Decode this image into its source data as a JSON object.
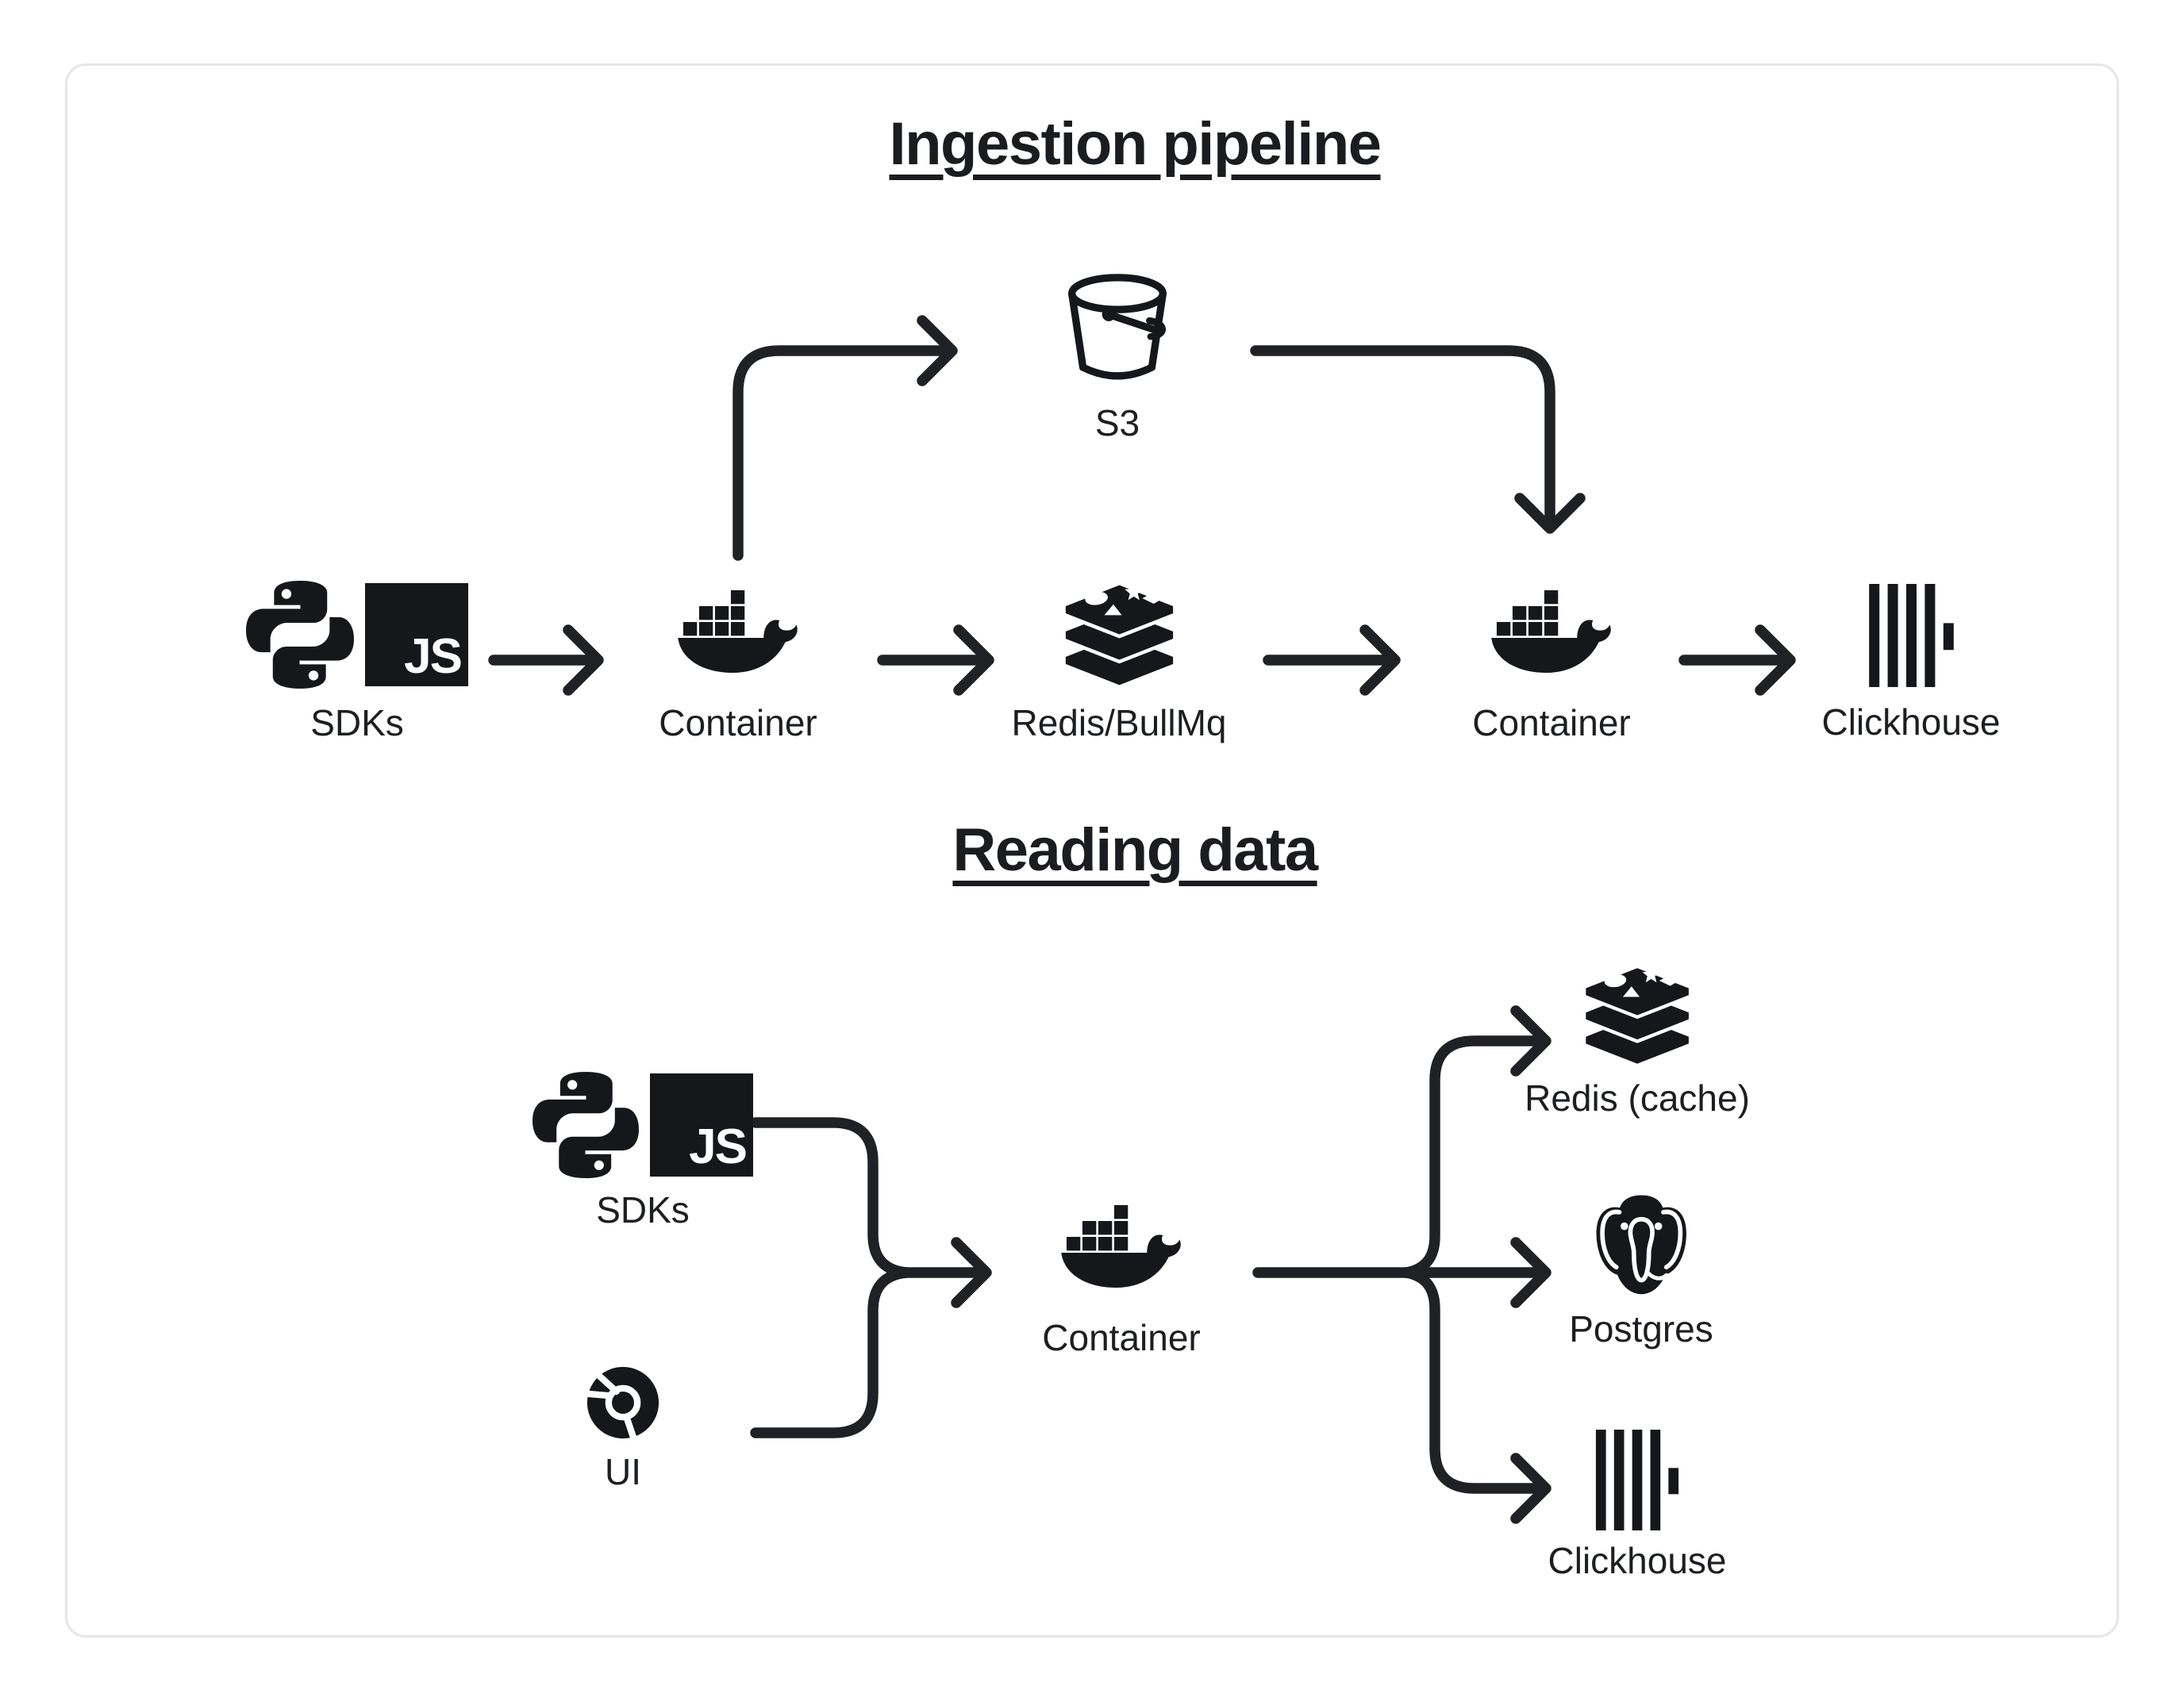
{
  "colors": {
    "ink": "#1c1e21",
    "line": "#1f2124",
    "card_border": "#e5e6e8",
    "background": "#ffffff"
  },
  "icons": {
    "js_text": "JS"
  },
  "sections": {
    "ingestion": {
      "title": "Ingestion pipeline",
      "nodes": {
        "sdks": {
          "label": "SDKs",
          "icons": [
            "python-icon",
            "javascript-icon"
          ]
        },
        "s3": {
          "label": "S3",
          "icons": [
            "s3-bucket-icon"
          ]
        },
        "container_in": {
          "label": "Container",
          "icons": [
            "docker-icon"
          ]
        },
        "queue": {
          "label": "Redis/BullMq",
          "icons": [
            "redis-icon"
          ]
        },
        "container_out": {
          "label": "Container",
          "icons": [
            "docker-icon"
          ]
        },
        "clickhouse": {
          "label": "Clickhouse",
          "icons": [
            "clickhouse-icon"
          ]
        }
      },
      "edges": [
        "sdks -> container_in",
        "container_in -> s3",
        "container_in -> queue",
        "s3 -> container_out",
        "queue -> container_out",
        "container_out -> clickhouse"
      ]
    },
    "reading": {
      "title": "Reading data",
      "nodes": {
        "sdks": {
          "label": "SDKs",
          "icons": [
            "python-icon",
            "javascript-icon"
          ]
        },
        "ui": {
          "label": "UI",
          "icons": [
            "chrome-icon"
          ]
        },
        "container": {
          "label": "Container",
          "icons": [
            "docker-icon"
          ]
        },
        "redis_cache": {
          "label": "Redis (cache)",
          "icons": [
            "redis-icon"
          ]
        },
        "postgres": {
          "label": "Postgres",
          "icons": [
            "postgres-icon"
          ]
        },
        "clickhouse": {
          "label": "Clickhouse",
          "icons": [
            "clickhouse-icon"
          ]
        }
      },
      "edges": [
        "sdks -> container",
        "ui -> container",
        "container -> redis_cache",
        "container -> postgres",
        "container -> clickhouse"
      ]
    }
  }
}
